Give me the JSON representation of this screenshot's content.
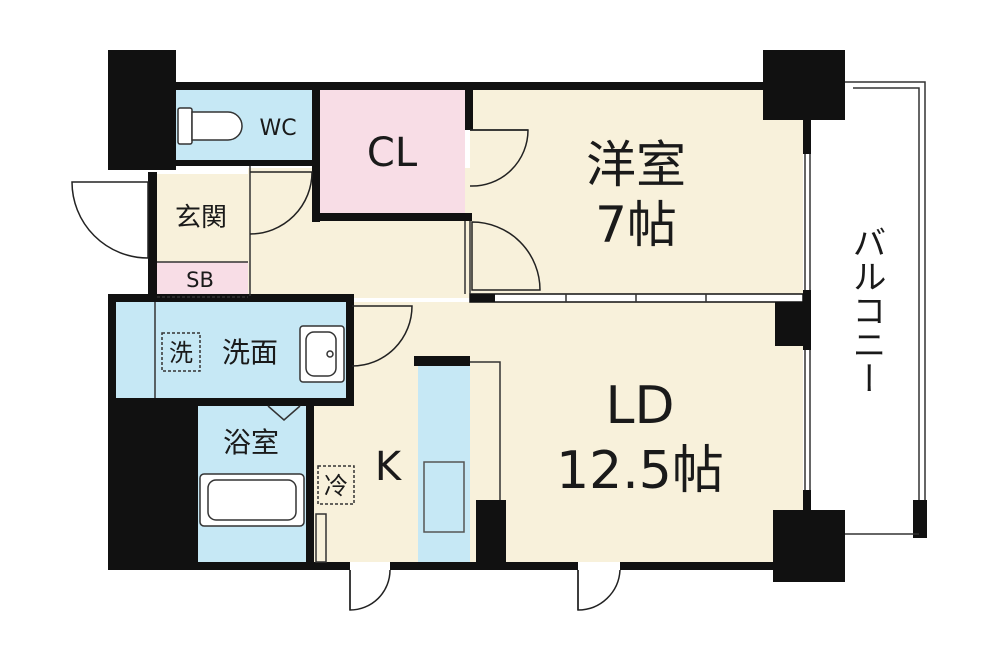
{
  "rooms": {
    "wc": "WC",
    "closet": "CL",
    "western_room": "洋室",
    "western_room_size": "7帖",
    "entrance": "玄関",
    "shoe_box": "SB",
    "washroom": "洗面",
    "washer_mark": "洗",
    "bathroom": "浴室",
    "kitchen": "K",
    "fridge_mark": "冷",
    "living_dining": "LD",
    "living_dining_size": "12.5帖",
    "balcony": "バルコニー"
  },
  "colors": {
    "wall": "#111111",
    "room_floor": "#f8f1db",
    "wet_area": "#c6e8f5",
    "closet": "#f8dde6",
    "balcony": "#ffffff"
  }
}
